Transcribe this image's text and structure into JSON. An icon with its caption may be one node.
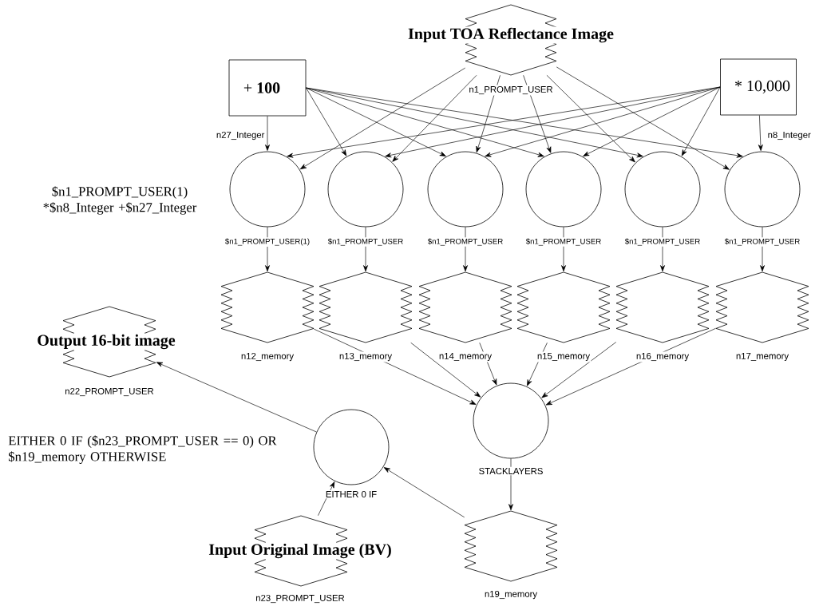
{
  "diagram": {
    "nodes": [
      {
        "text": [
          "Input TOA Reflectance Image"
        ],
        "beside": [
          "n1_PROMPT_USER"
        ]
      },
      {
        "text": [
          "+ **100**"
        ],
        "beside": [
          "n27_Integer"
        ]
      },
      {
        "text": [
          "* 10,000"
        ],
        "beside": [
          "n8_Integer"
        ]
      },
      {
        "text": [],
        "shape": "circle",
        "beside": [
          "$n1_PROMPT_USER(1)",
          "$n1_PROMPT_USER(1) *$n8_Integer +$n27_Integer"
        ]
      },
      {
        "text": [],
        "shape": "circle",
        "beside": [
          "$n1_PROMPT_USER"
        ]
      },
      {
        "text": [],
        "shape": "circle",
        "beside": [
          "$n1_PROMPT_USER"
        ]
      },
      {
        "text": [],
        "shape": "circle",
        "beside": [
          "$n1_PROMPT_USER"
        ]
      },
      {
        "text": [],
        "shape": "circle",
        "beside": [
          "$n1_PROMPT_USER"
        ]
      },
      {
        "text": [],
        "shape": "circle",
        "beside": [
          "$n1_PROMPT_USER"
        ]
      },
      {
        "text": [],
        "shape": "hexagon",
        "beside": [
          "n12_memory"
        ]
      },
      {
        "text": [],
        "shape": "hexagon",
        "beside": [
          "n13_memory"
        ]
      },
      {
        "text": [],
        "shape": "hexagon",
        "beside": [
          "n14_memory"
        ]
      },
      {
        "text": [],
        "shape": "hexagon",
        "beside": [
          "n15_memory"
        ]
      },
      {
        "text": [],
        "shape": "hexagon",
        "beside": [
          "n16_memory"
        ]
      },
      {
        "text": [],
        "shape": "hexagon",
        "beside": [
          "n17_memory"
        ]
      },
      {
        "text": [],
        "shape": "circle",
        "beside": [
          "STACKLAYERS"
        ]
      },
      {
        "text": [],
        "shape": "hexagon",
        "beside": [
          "n19_memory"
        ]
      },
      {
        "text": [],
        "shape": "circle",
        "beside": [
          "EITHER 0 IF",
          "EITHER 0 IF ($n23_PROMPT_USER == 0) OR $n19_memory OTHERWISE"
        ]
      },
      {
        "text": [
          "Output 16-bit image"
        ],
        "beside": [
          "n22_PROMPT_USER"
        ]
      },
      {
        "text": [
          "Input Original Image (BV)"
        ],
        "beside": [
          "n23_PROMPT_USER"
        ]
      }
    ],
    "edges": [
      {
        "from": 0,
        "to": 3,
        "arrow": "to"
      },
      {
        "from": 0,
        "to": 4,
        "arrow": "to"
      },
      {
        "from": 0,
        "to": 5,
        "arrow": "to"
      },
      {
        "from": 0,
        "to": 6,
        "arrow": "to"
      },
      {
        "from": 0,
        "to": 7,
        "arrow": "to"
      },
      {
        "from": 0,
        "to": 8,
        "arrow": "to"
      },
      {
        "from": 1,
        "to": 3,
        "arrow": "to"
      },
      {
        "from": 1,
        "to": 4,
        "arrow": "to"
      },
      {
        "from": 1,
        "to": 5,
        "arrow": "to"
      },
      {
        "from": 1,
        "to": 6,
        "arrow": "to"
      },
      {
        "from": 1,
        "to": 7,
        "arrow": "to"
      },
      {
        "from": 1,
        "to": 8,
        "arrow": "to"
      },
      {
        "from": 2,
        "to": 3,
        "arrow": "to"
      },
      {
        "from": 2,
        "to": 4,
        "arrow": "to"
      },
      {
        "from": 2,
        "to": 5,
        "arrow": "to"
      },
      {
        "from": 2,
        "to": 6,
        "arrow": "to"
      },
      {
        "from": 2,
        "to": 7,
        "arrow": "to"
      },
      {
        "from": 2,
        "to": 8,
        "arrow": "to"
      },
      {
        "from": 3,
        "to": 9,
        "arrow": "to"
      },
      {
        "from": 4,
        "to": 10,
        "arrow": "to"
      },
      {
        "from": 5,
        "to": 11,
        "arrow": "to"
      },
      {
        "from": 6,
        "to": 12,
        "arrow": "to"
      },
      {
        "from": 7,
        "to": 13,
        "arrow": "to"
      },
      {
        "from": 8,
        "to": 14,
        "arrow": "to"
      },
      {
        "from": 9,
        "to": 15,
        "arrow": "to"
      },
      {
        "from": 10,
        "to": 15,
        "arrow": "to"
      },
      {
        "from": 11,
        "to": 15,
        "arrow": "to"
      },
      {
        "from": 12,
        "to": 15,
        "arrow": "to"
      },
      {
        "from": 13,
        "to": 15,
        "arrow": "to"
      },
      {
        "from": 14,
        "to": 15,
        "arrow": "to"
      },
      {
        "from": 15,
        "to": 16,
        "arrow": "to"
      },
      {
        "from": 16,
        "to": 17,
        "arrow": "to"
      },
      {
        "from": 19,
        "to": 17,
        "arrow": "to"
      },
      {
        "from": 17,
        "to": 18,
        "arrow": "to"
      }
    ]
  }
}
